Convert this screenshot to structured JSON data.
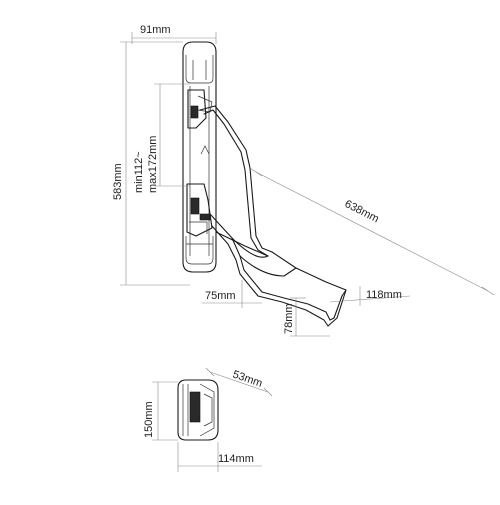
{
  "dimensions": {
    "rail_width": "91mm",
    "adjust_range_line1": "min112~",
    "adjust_range_line2": "max172mm",
    "rail_height": "583mm",
    "arm_length": "638mm",
    "hook_offset": "75mm",
    "tip_depth": "118mm",
    "tip_height": "78mm",
    "plate_depth": "53mm",
    "plate_height": "150mm",
    "plate_width": "114mm"
  }
}
